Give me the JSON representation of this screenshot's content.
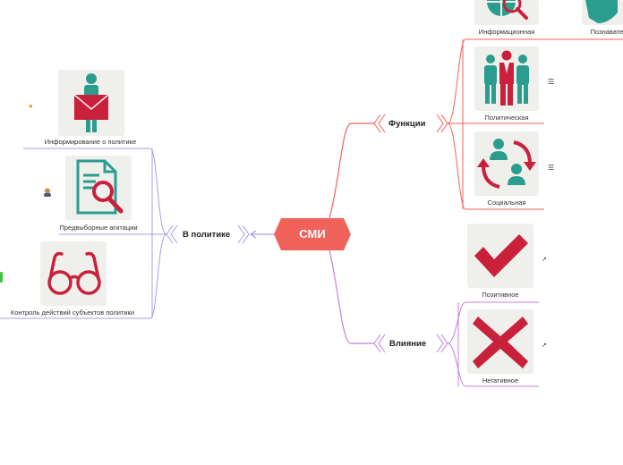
{
  "root": {
    "label": "СМИ",
    "color": "#f0625a"
  },
  "branches": {
    "functions": {
      "label": "Функции",
      "color": "#f0625a"
    },
    "politics": {
      "label": "В политике",
      "color": "#a99be8"
    },
    "influence": {
      "label": "Влияние",
      "color": "#c47fe0"
    }
  },
  "functions_items": [
    {
      "label": "Информационная",
      "icon": "globe-search-icon"
    },
    {
      "label": "Познавате",
      "icon": "brain-head-icon"
    },
    {
      "label": "Политическая",
      "icon": "people-group-icon"
    },
    {
      "label": "Социальная",
      "icon": "people-exchange-icon"
    }
  ],
  "politics_items": [
    {
      "label": "Информирование о политике",
      "icon": "person-envelope-icon"
    },
    {
      "label": "Предвыборные агитации",
      "icon": "document-search-icon"
    },
    {
      "label": "Контроль действий субъектов политики",
      "icon": "glasses-icon"
    }
  ],
  "influence_items": [
    {
      "label": "Позитивное",
      "icon": "checkmark-icon"
    },
    {
      "label": "Негативное",
      "icon": "cross-icon"
    }
  ],
  "colors": {
    "teal": "#2a9d8f",
    "crimson": "#c9213c",
    "card": "#efefec"
  }
}
